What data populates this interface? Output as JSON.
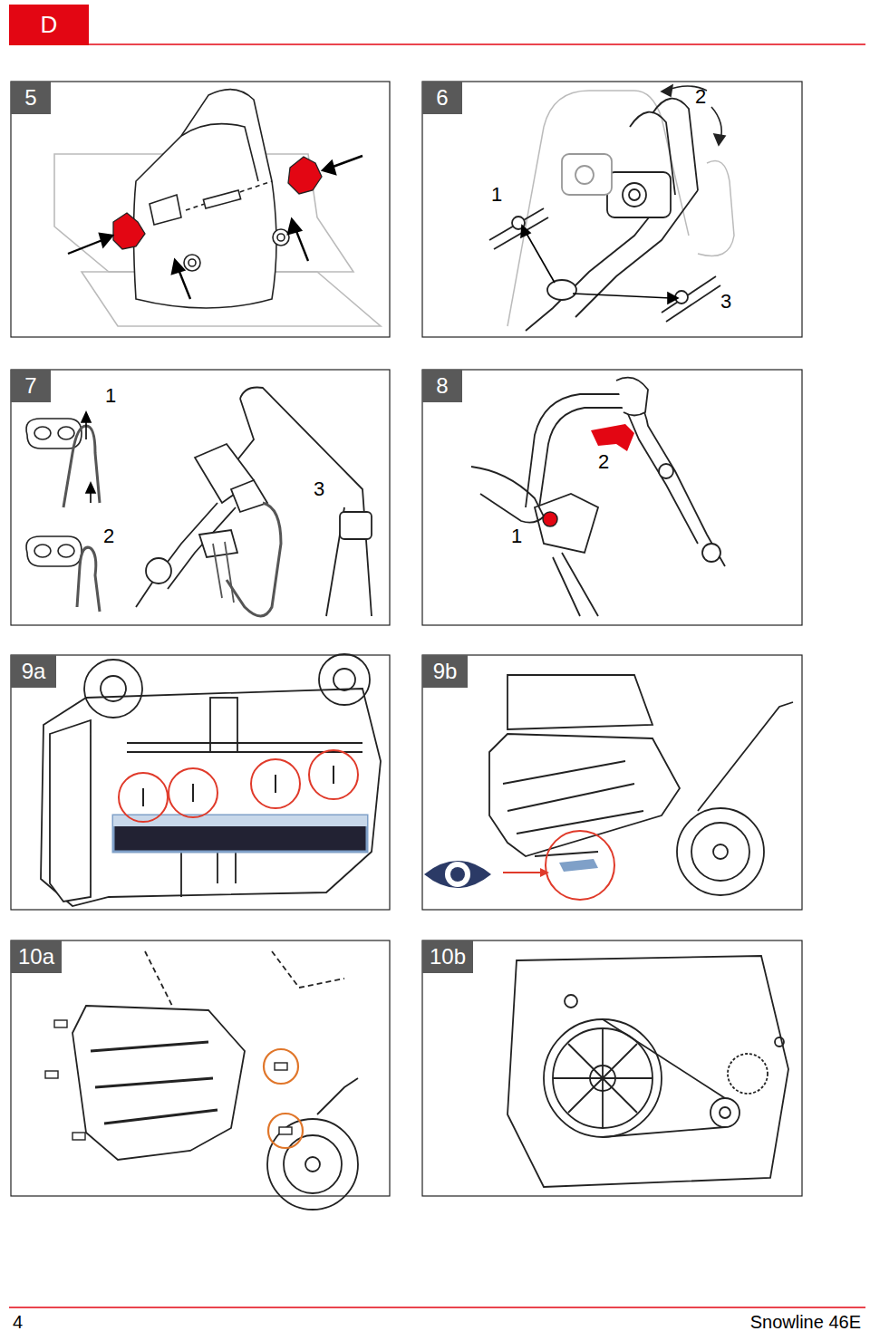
{
  "diagram": {
    "nodes": [
      {
        "text": [
          "D"
        ]
      },
      {
        "text": [
          "5"
        ]
      },
      {
        "text": [
          "6"
        ]
      },
      {
        "text": [
          "7"
        ]
      },
      {
        "text": [
          "8"
        ]
      },
      {
        "text": [
          "9a"
        ]
      },
      {
        "text": [
          "9b"
        ]
      },
      {
        "text": [
          "10a"
        ]
      },
      {
        "text": [
          "10b"
        ]
      }
    ],
    "edges": [],
    "labels": [
      "2",
      "1",
      "3",
      "1",
      "3",
      "2",
      "2",
      "1",
      "4",
      "Snowline 46E"
    ]
  }
}
